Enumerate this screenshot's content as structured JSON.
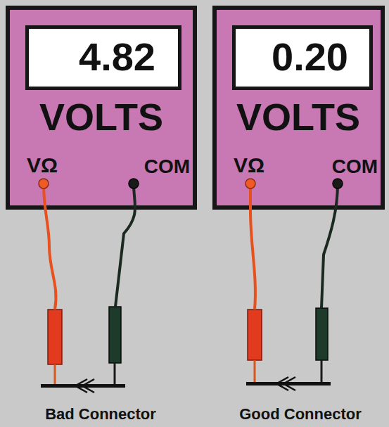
{
  "diagram": {
    "nodes": [
      {
        "text": [
          "VOLTS",
          "VΩ",
          "COM"
        ]
      },
      {
        "text": [
          "4.82"
        ],
        "in": 0
      },
      {
        "text": [
          "VOLTS",
          "VΩ",
          "COM"
        ]
      },
      {
        "text": [
          "0.20"
        ],
        "in": 2
      }
    ],
    "labels": [
      "Bad Connector",
      "Good Connector"
    ]
  }
}
